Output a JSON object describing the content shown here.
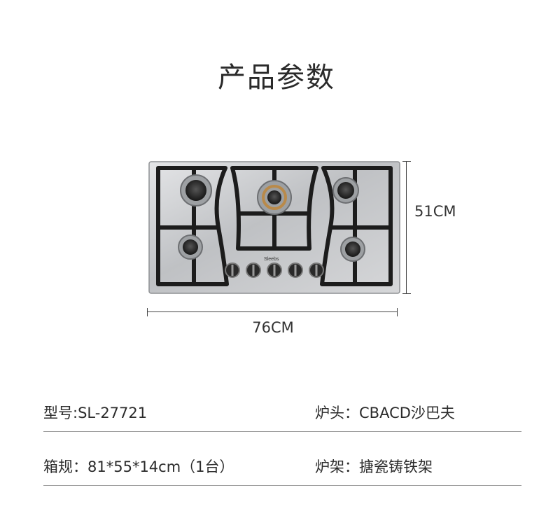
{
  "title": "产品参数",
  "dimensions": {
    "width": "76CM",
    "height": "51CM"
  },
  "specs": [
    {
      "left": "型号:SL-27721",
      "right": "炉头：CBACD沙巴夫"
    },
    {
      "left": "箱规：81*55*14cm（1台）",
      "right": "炉架：搪瓷铸铁架"
    }
  ],
  "product": {
    "brand_mark": "Sleebs",
    "burners": 5,
    "knobs": 5,
    "colors": {
      "steel": "#c9cbcd",
      "grate": "#1c1c1c",
      "brass": "#b98a4a"
    }
  }
}
